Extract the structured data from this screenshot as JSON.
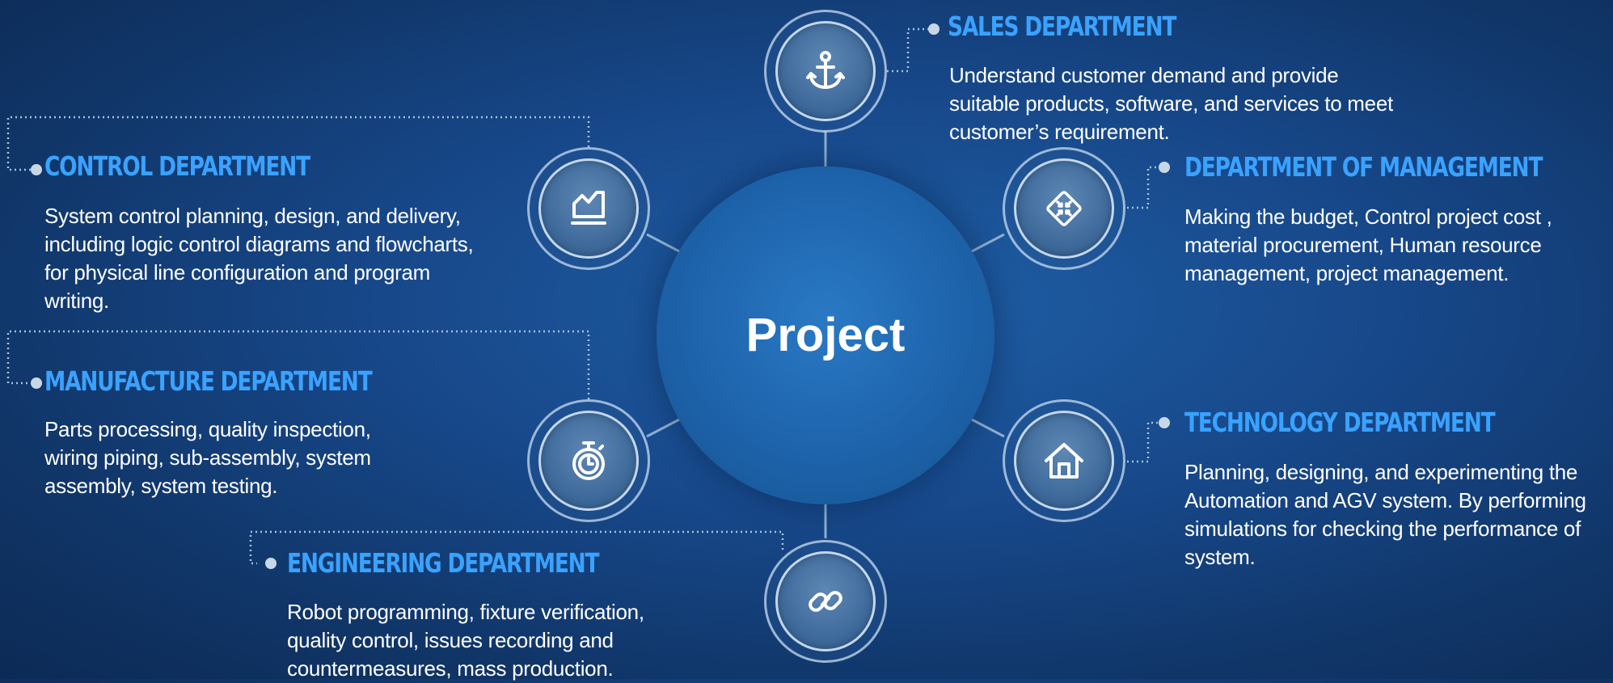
{
  "hub": {
    "label": "Project"
  },
  "departments": [
    {
      "id": "sales",
      "icon": "anchor-icon",
      "title": "SALES DEPARTMENT",
      "description": "Understand customer demand and provide suitable products, software, and services to meet customer’s requirement."
    },
    {
      "id": "control",
      "icon": "area-chart-icon",
      "title": "CONTROL DEPARTMENT",
      "description": "System control planning, design, and delivery, including logic control diagrams and flowcharts, for physical line configuration and program writing."
    },
    {
      "id": "management",
      "icon": "compress-arrows-icon",
      "title": "DEPARTMENT OF MANAGEMENT",
      "description": "Making the budget, Control project cost , material procurement, Human resource management, project management."
    },
    {
      "id": "manufacture",
      "icon": "stopwatch-icon",
      "title": "MANUFACTURE DEPARTMENT",
      "description": "Parts processing, quality inspection, wiring piping, sub-assembly, system assembly, system testing."
    },
    {
      "id": "technology",
      "icon": "home-icon",
      "title": "TECHNOLOGY DEPARTMENT",
      "description": "Planning, designing, and experimenting the Automation and AGV system. By performing simulations for checking the performance of system."
    },
    {
      "id": "engineering",
      "icon": "chain-link-icon",
      "title": "ENGINEERING DEPARTMENT",
      "description": "Robot programming, fixture verification, quality control, issues recording and countermeasures, mass production."
    }
  ],
  "colors": {
    "title": "#3aa2ff",
    "text": "#ffffff",
    "hub": "#1d63ab",
    "background": "#17488a",
    "connector": "#8fb0d0"
  }
}
